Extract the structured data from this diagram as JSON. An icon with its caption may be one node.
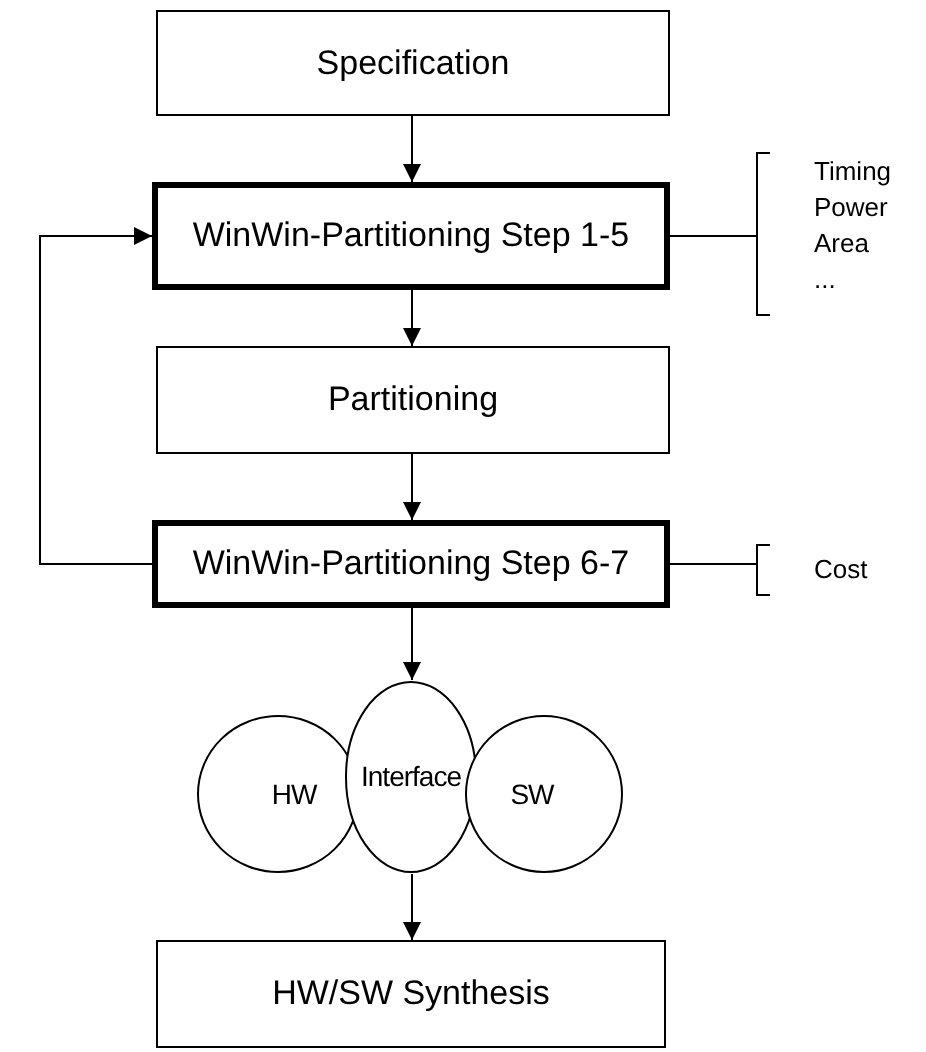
{
  "diagram": {
    "nodes": [
      {
        "text": [
          "Specification"
        ]
      },
      {
        "text": [
          "WinWin-Partitioning Step 1-5"
        ]
      },
      {
        "text": [
          "Partitioning"
        ]
      },
      {
        "text": [
          "WinWin-Partitioning Step 6-7"
        ]
      },
      {
        "text": [
          "HW"
        ]
      },
      {
        "text": [
          "Interface"
        ]
      },
      {
        "text": [
          "SW"
        ]
      },
      {
        "text": [
          "HW/SW Synthesis"
        ]
      },
      {
        "text": [
          "Timing",
          "Power",
          "Area",
          "..."
        ]
      },
      {
        "text": [
          "Cost"
        ]
      }
    ],
    "edges": [
      {
        "from": 0,
        "to": 1,
        "arrow": "to"
      },
      {
        "from": 1,
        "to": 2,
        "arrow": "to"
      },
      {
        "from": 2,
        "to": 3,
        "arrow": "to"
      },
      {
        "from": 3,
        "to": 1,
        "arrow": "to"
      },
      {
        "from": 3,
        "to": 5,
        "arrow": "to"
      },
      {
        "from": 5,
        "to": 7,
        "arrow": "to"
      },
      {
        "from": 1,
        "to": 8,
        "arrow": "none"
      },
      {
        "from": 3,
        "to": 9,
        "arrow": "none"
      }
    ]
  }
}
